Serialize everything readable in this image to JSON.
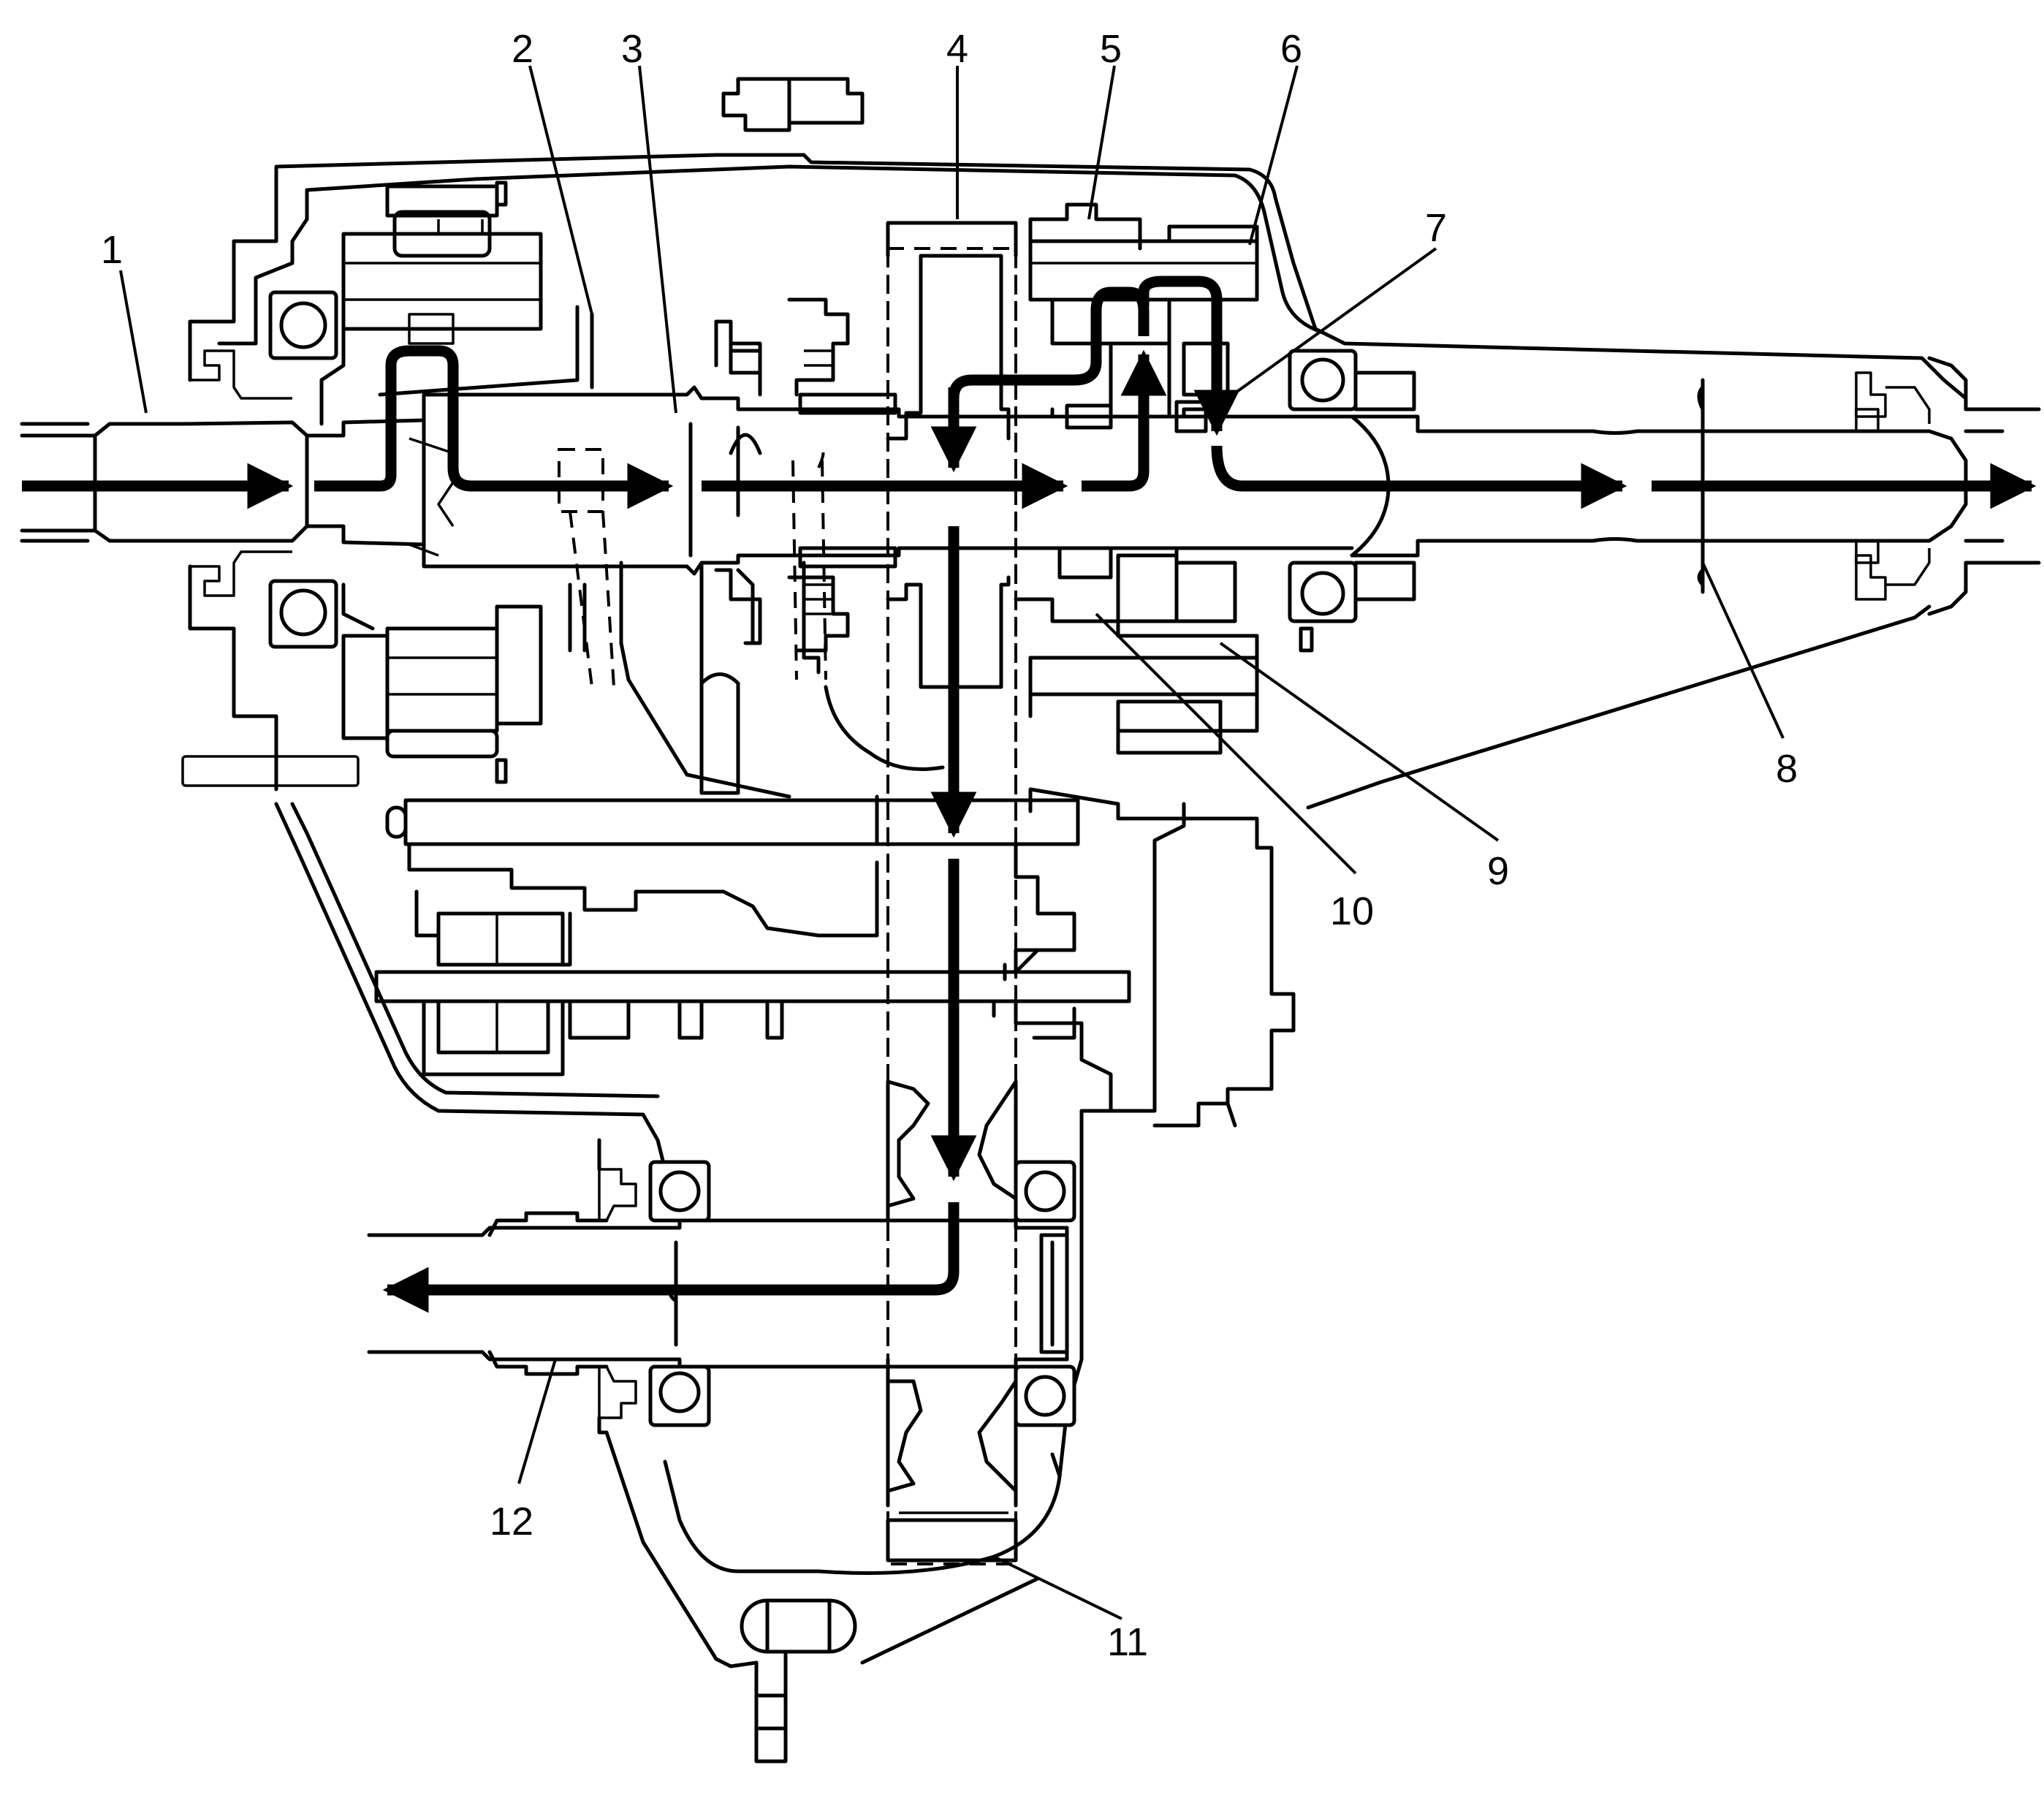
{
  "callouts": [
    {
      "id": "1",
      "text": "1"
    },
    {
      "id": "2",
      "text": "2"
    },
    {
      "id": "3",
      "text": "3"
    },
    {
      "id": "4",
      "text": "4"
    },
    {
      "id": "5",
      "text": "5"
    },
    {
      "id": "6",
      "text": "6"
    },
    {
      "id": "7",
      "text": "7"
    },
    {
      "id": "8",
      "text": "8"
    },
    {
      "id": "9",
      "text": "9"
    },
    {
      "id": "10",
      "text": "10"
    },
    {
      "id": "11",
      "text": "11"
    },
    {
      "id": "12",
      "text": "12"
    }
  ],
  "colors": {
    "line": "#000000",
    "background": "#ffffff"
  }
}
